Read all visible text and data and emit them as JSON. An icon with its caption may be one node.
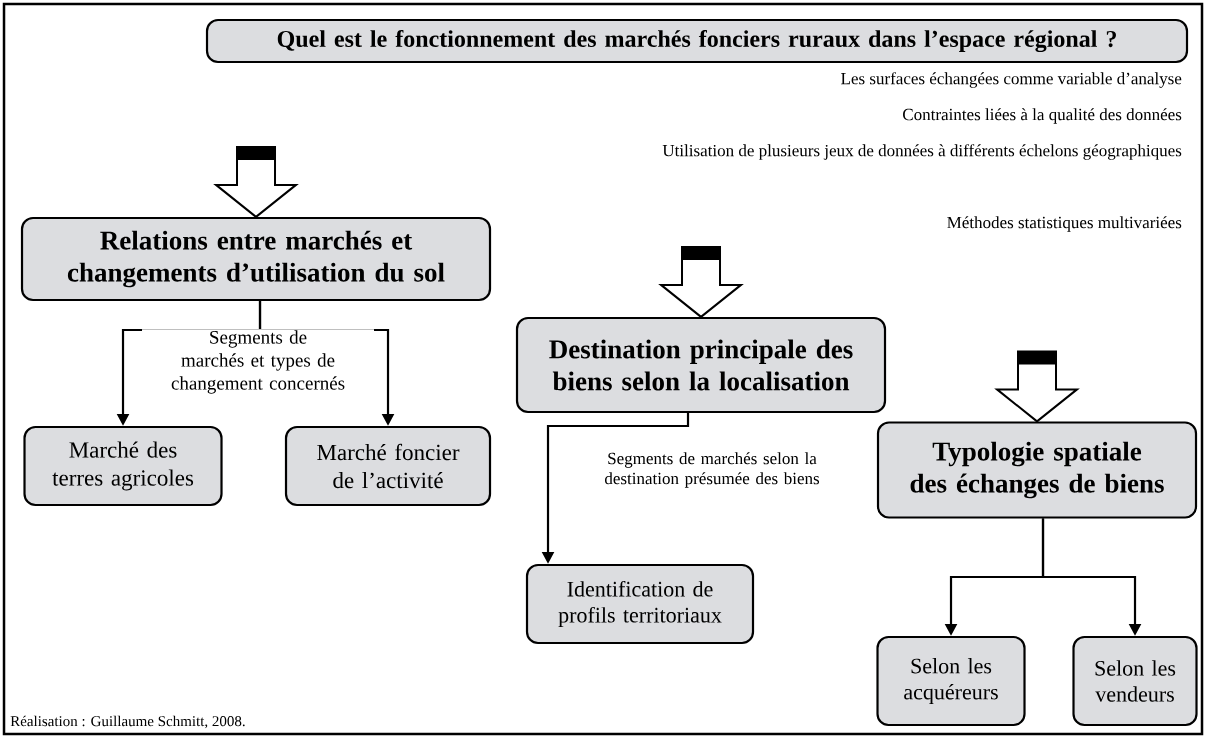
{
  "diagram": {
    "nodes": [
      {
        "text": [
          "Quel est le fonctionnement des marchés fonciers ruraux dans l’espace régional ?"
        ]
      },
      {
        "text": [
          "Relations entre marchés et changements d’utilisation du sol"
        ]
      },
      {
        "text": [
          "Marché des terres agricoles"
        ]
      },
      {
        "text": [
          "Marché foncier de l’activité"
        ]
      },
      {
        "text": [
          "Destination principale des biens selon la localisation"
        ]
      },
      {
        "text": [
          "Identification de profils territoriaux"
        ]
      },
      {
        "text": [
          "Typologie spatiale des échanges de biens"
        ]
      },
      {
        "text": [
          "Selon les acquéreurs"
        ]
      },
      {
        "text": [
          "Selon les vendeurs"
        ]
      }
    ],
    "edges": [
      {
        "from": null,
        "to": 1,
        "arrow": "to",
        "style": "thick"
      },
      {
        "from": 1,
        "to": 2,
        "arrow": "to",
        "label": "Segments de marchés et types de changement concernés"
      },
      {
        "from": 1,
        "to": 3,
        "arrow": "to"
      },
      {
        "from": null,
        "to": 4,
        "arrow": "to",
        "style": "thick"
      },
      {
        "from": 4,
        "to": 5,
        "arrow": "to",
        "label": "Segments de marchés selon la destination présumée des biens"
      },
      {
        "from": null,
        "to": 6,
        "arrow": "to",
        "style": "thick"
      },
      {
        "from": 6,
        "to": 7,
        "arrow": "to"
      },
      {
        "from": 6,
        "to": 8,
        "arrow": "to"
      }
    ],
    "labels": [
      "Les surfaces échangées comme variable d’analyse",
      "Contraintes liées à la qualité des données",
      "Utilisation de plusieurs jeux de données à différents échelons géographiques",
      "Méthodes statistiques multivariées",
      "Réalisation : Guillaume Schmitt, 2008."
    ]
  }
}
